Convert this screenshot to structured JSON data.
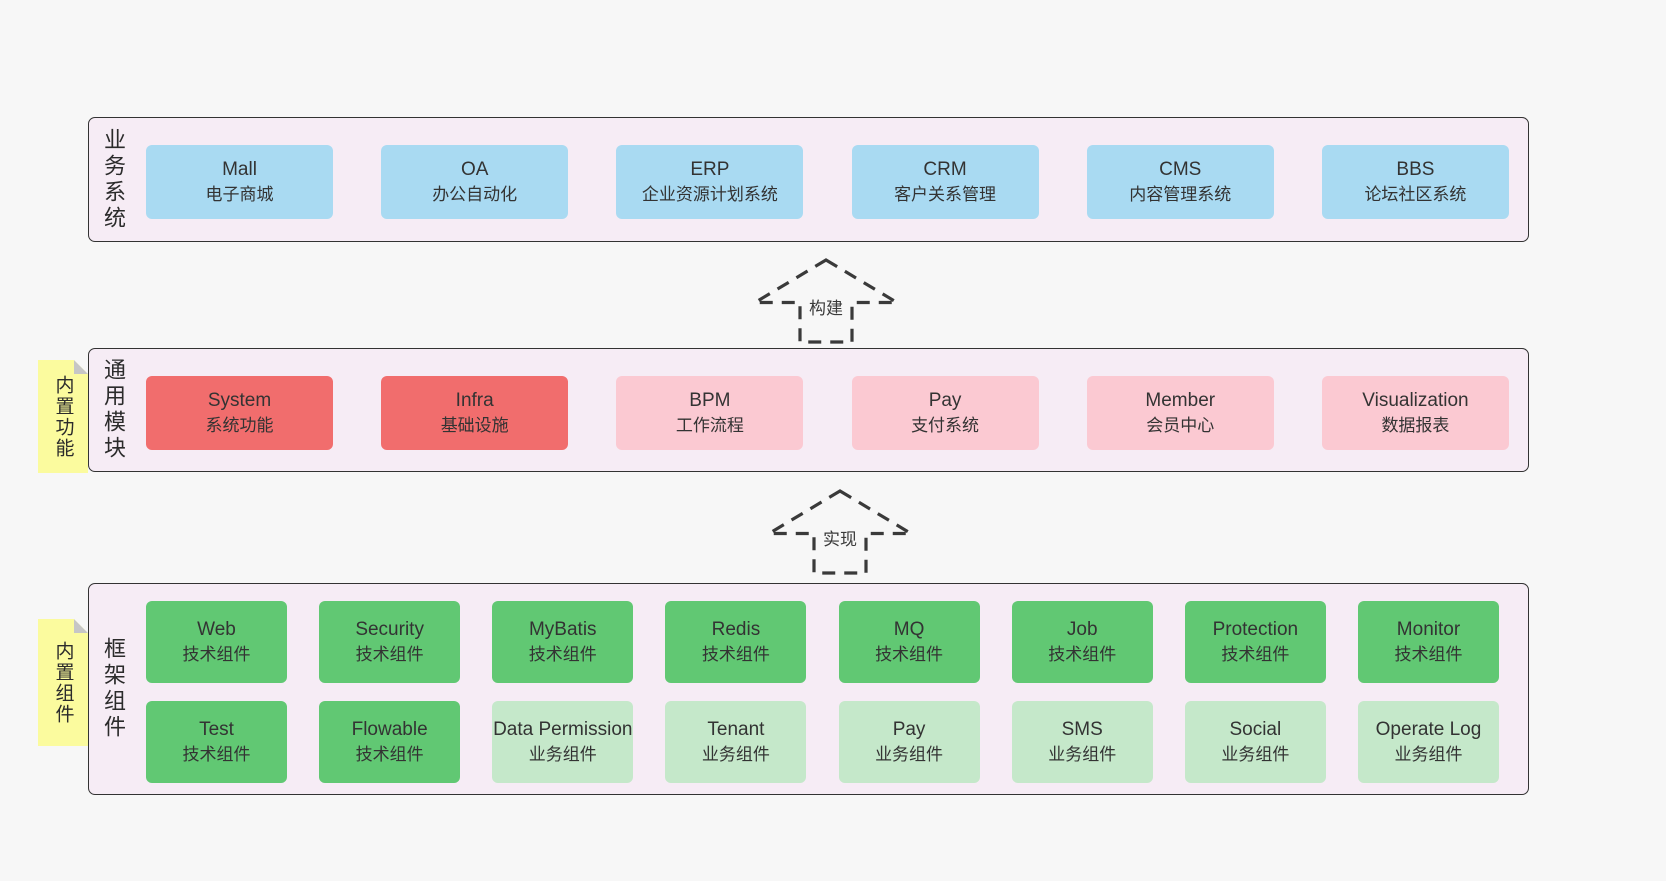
{
  "colors": {
    "page_bg": "#f7f7f7",
    "panel_bg": "#f6ecf5",
    "panel_border": "#333333",
    "blue": "#a9daf2",
    "red": "#f16d6d",
    "pink": "#fbc9d2",
    "green": "#61c873",
    "green_light": "#c5e8ca",
    "note_yellow": "#fbfb9e",
    "text": "#333333"
  },
  "panels": [
    {
      "id": "business",
      "side_label": "业务系统",
      "note": null,
      "rows": [
        [
          {
            "title": "Mall",
            "subtitle": "电子商城",
            "color": "blue"
          },
          {
            "title": "OA",
            "subtitle": "办公自动化",
            "color": "blue"
          },
          {
            "title": "ERP",
            "subtitle": "企业资源计划系统",
            "color": "blue"
          },
          {
            "title": "CRM",
            "subtitle": "客户关系管理",
            "color": "blue"
          },
          {
            "title": "CMS",
            "subtitle": "内容管理系统",
            "color": "blue"
          },
          {
            "title": "BBS",
            "subtitle": "论坛社区系统",
            "color": "blue"
          }
        ]
      ]
    },
    {
      "id": "modules",
      "side_label": "通用模块",
      "note": "内置功能",
      "rows": [
        [
          {
            "title": "System",
            "subtitle": "系统功能",
            "color": "red"
          },
          {
            "title": "Infra",
            "subtitle": "基础设施",
            "color": "red"
          },
          {
            "title": "BPM",
            "subtitle": "工作流程",
            "color": "pink"
          },
          {
            "title": "Pay",
            "subtitle": "支付系统",
            "color": "pink"
          },
          {
            "title": "Member",
            "subtitle": "会员中心",
            "color": "pink"
          },
          {
            "title": "Visualization",
            "subtitle": "数据报表",
            "color": "pink"
          }
        ]
      ]
    },
    {
      "id": "framework",
      "side_label": "框架组件",
      "note": "内置组件",
      "rows": [
        [
          {
            "title": "Web",
            "subtitle": "技术组件",
            "color": "green"
          },
          {
            "title": "Security",
            "subtitle": "技术组件",
            "color": "green"
          },
          {
            "title": "MyBatis",
            "subtitle": "技术组件",
            "color": "green"
          },
          {
            "title": "Redis",
            "subtitle": "技术组件",
            "color": "green"
          },
          {
            "title": "MQ",
            "subtitle": "技术组件",
            "color": "green"
          },
          {
            "title": "Job",
            "subtitle": "技术组件",
            "color": "green"
          },
          {
            "title": "Protection",
            "subtitle": "技术组件",
            "color": "green"
          },
          {
            "title": "Monitor",
            "subtitle": "技术组件",
            "color": "green"
          }
        ],
        [
          {
            "title": "Test",
            "subtitle": "技术组件",
            "color": "green"
          },
          {
            "title": "Flowable",
            "subtitle": "技术组件",
            "color": "green"
          },
          {
            "title": "Data Permission",
            "subtitle": "业务组件",
            "color": "green-light"
          },
          {
            "title": "Tenant",
            "subtitle": "业务组件",
            "color": "green-light"
          },
          {
            "title": "Pay",
            "subtitle": "业务组件",
            "color": "green-light"
          },
          {
            "title": "SMS",
            "subtitle": "业务组件",
            "color": "green-light"
          },
          {
            "title": "Social",
            "subtitle": "业务组件",
            "color": "green-light"
          },
          {
            "title": "Operate Log",
            "subtitle": "业务组件",
            "color": "green-light"
          }
        ]
      ]
    }
  ],
  "arrows": [
    {
      "id": "build",
      "label": "构建"
    },
    {
      "id": "implement",
      "label": "实现"
    }
  ]
}
